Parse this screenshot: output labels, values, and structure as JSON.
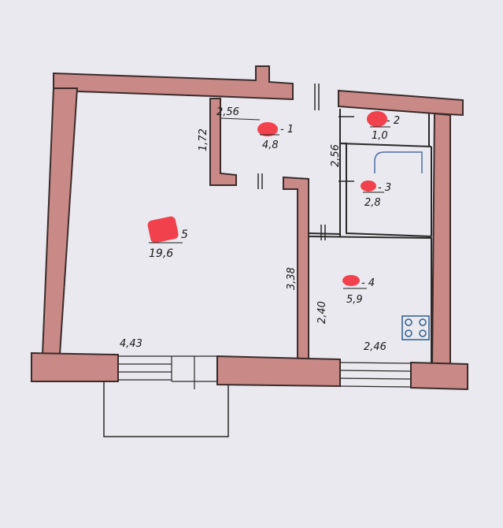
{
  "colors": {
    "background": "#e9e9ef",
    "wall_fill": "#c98a87",
    "wall_stroke": "#3b2b2b",
    "line": "#2a2a2a",
    "redaction": "#f2333f"
  },
  "rooms": [
    {
      "suffix": "- 1",
      "area": "4,8"
    },
    {
      "suffix": "- 2",
      "area": "1,0"
    },
    {
      "suffix": "- 3",
      "area": "2,8"
    },
    {
      "suffix": "- 4",
      "area": "5,9"
    },
    {
      "suffix": "5",
      "area": "19,6"
    }
  ],
  "dimensions": {
    "hall_width": "2,56",
    "hall_depth": "1,72",
    "bath_depth": "2,56",
    "living_width": "4,43",
    "living_depth": "3,38",
    "kitchen_width": "2,46",
    "kitchen_depth": "2,40"
  },
  "icons": {
    "bathtub": "bathtub-icon",
    "stove": "stove-icon"
  }
}
